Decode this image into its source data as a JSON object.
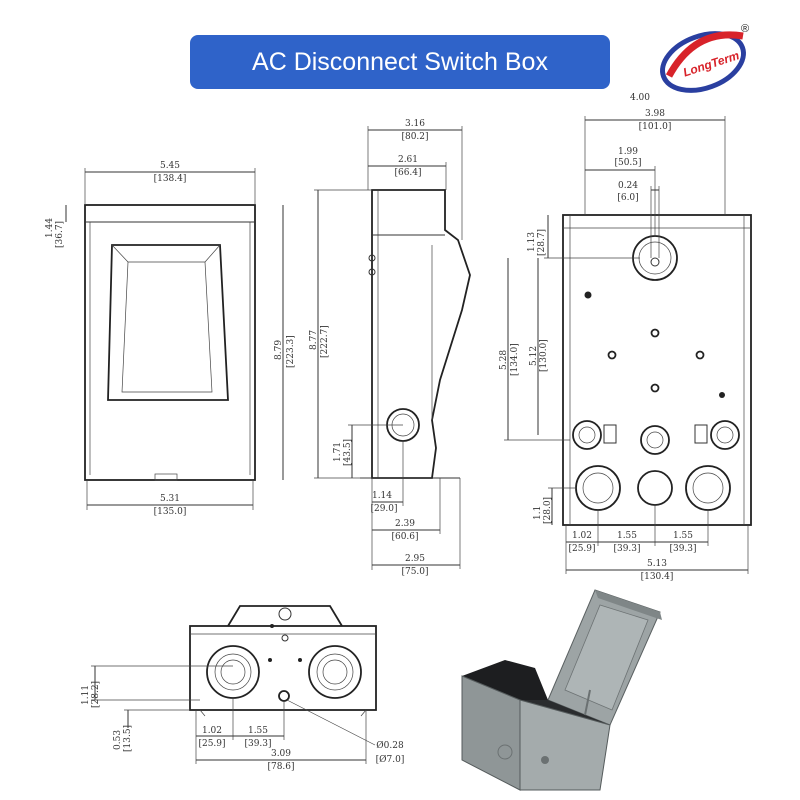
{
  "header": {
    "title": "AC Disconnect Switch Box",
    "banner_color": "#2f63c9"
  },
  "logo": {
    "text": "LongTerm",
    "registered": "®",
    "colors": {
      "red": "#d8232a",
      "blue": "#2a3fa0"
    }
  },
  "front_view": {
    "width_top": "5.45",
    "width_top_mm": "[138.4]",
    "top_band": "1.44",
    "top_band_mm": "[36.7]",
    "height": "8.79",
    "height_mm": "[223.3]",
    "width_bottom": "5.31",
    "width_bottom_mm": "[135.0]"
  },
  "side_view": {
    "depth": "3.16",
    "depth_mm": "[80.2]",
    "inner": "2.61",
    "inner_mm": "[66.4]",
    "height": "8.77",
    "height_mm": "[222.7]",
    "hole_h": "1.71",
    "hole_h_mm": "[43.5]",
    "hole_x": "1.14",
    "hole_x_mm": "[29.0]",
    "base1": "2.39",
    "base1_mm": "[60.6]",
    "base2": "2.95",
    "base2_mm": "[75.0]"
  },
  "back_view": {
    "top_width_label": "4.00",
    "w": "3.98",
    "w_mm": "[101.0]",
    "half": "1.99",
    "half_mm": "[50.5]",
    "hole": "0.24",
    "hole_mm": "[6.0]",
    "top_offset": "1.13",
    "top_offset_mm": "[28.7]",
    "h1": "5.28",
    "h1_mm": "[134.0]",
    "h2": "5.12",
    "h2_mm": "[130.0]",
    "ko_h": "1.1",
    "ko_h_mm": "[28.0]",
    "k1": "1.02",
    "k1_mm": "[25.9]",
    "k2": "1.55",
    "k2_mm": "[39.3]",
    "k3": "1.55",
    "k3_mm": "[39.3]",
    "width": "5.13",
    "width_mm": "[130.4]"
  },
  "bottom_view": {
    "h1": "1.11",
    "h1_mm": "[28.2]",
    "h2": "0.53",
    "h2_mm": "[13.5]",
    "k1": "1.02",
    "k1_mm": "[25.9]",
    "k2": "1.55",
    "k2_mm": "[39.3]",
    "total": "3.09",
    "total_mm": "[78.6]",
    "dia": "Ø0.28",
    "dia_mm": "[Ø7.0]"
  }
}
